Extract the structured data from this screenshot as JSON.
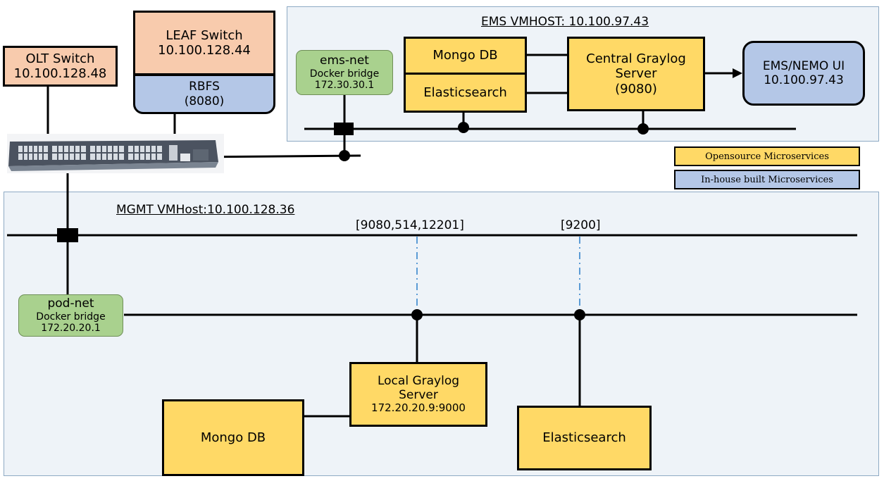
{
  "ems_host": {
    "title": "EMS VMHOST: 10.100.97.43"
  },
  "mgmt_host": {
    "title": "MGMT VMHost:10.100.128.36"
  },
  "olt_switch": {
    "name": "OLT Switch",
    "ip": "10.100.128.48"
  },
  "leaf_switch": {
    "name": "LEAF Switch",
    "ip": "10.100.128.44"
  },
  "rbfs": {
    "name": "RBFS",
    "port": "(8080)"
  },
  "ems_net": {
    "name": "ems-net",
    "type": "Docker bridge",
    "ip": "172.30.30.1"
  },
  "pod_net": {
    "name": "pod-net",
    "type": "Docker bridge",
    "ip": "172.20.20.1"
  },
  "ems_mongo": {
    "label": "Mongo DB"
  },
  "ems_elastic": {
    "label": "Elasticsearch"
  },
  "central_graylog": {
    "line1": "Central Graylog",
    "line2": "Server",
    "port": "(9080)"
  },
  "ems_ui": {
    "line1": "EMS/NEMO UI",
    "ip": "10.100.97.43"
  },
  "legend": {
    "opensource": "Opensource Microservices",
    "inhouse": "In-house built Microservices"
  },
  "ports": {
    "graylog_ports": "[9080,514,12201]",
    "es_port": "[9200]"
  },
  "local_graylog": {
    "line1": "Local Graylog",
    "line2": "Server",
    "addr": "172.20.20.9:9000"
  },
  "mgmt_mongo": {
    "label": "Mongo DB"
  },
  "mgmt_elastic": {
    "label": "Elasticsearch"
  },
  "colors": {
    "opensource": "#ffd966",
    "inhouse": "#b4c7e7",
    "switch_box": "#f8cbad",
    "bridge": "#a9d18e",
    "host_bg": "#eef3f8"
  }
}
